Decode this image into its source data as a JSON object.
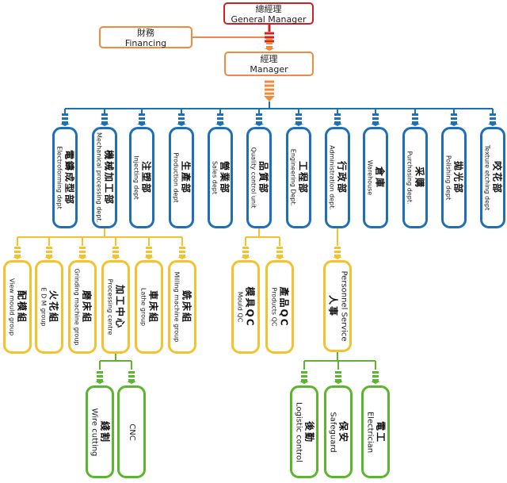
{
  "colors": {
    "red": "#cc2222",
    "orange": "#f08a3c",
    "blue": "#1e6fb8",
    "yellow": "#f2c230",
    "green": "#5cb52e"
  },
  "top": {
    "general_manager": {
      "zh": "總經理",
      "en": "General Manager"
    },
    "financing": {
      "zh": "財務",
      "en": "Financing"
    },
    "manager": {
      "zh": "經理",
      "en": "Manager"
    }
  },
  "departments": [
    {
      "zh": "電鑄成型部",
      "en": "Electroforming dept"
    },
    {
      "zh": "機械加工部",
      "en": "Mechanical processing dept."
    },
    {
      "zh": "注塑部",
      "en": "Injecting dept"
    },
    {
      "zh": "生產部",
      "en": "Production dept"
    },
    {
      "zh": "營業部",
      "en": "Sales dept"
    },
    {
      "zh": "品質部",
      "en": "Quality control unit"
    },
    {
      "zh": "工程部",
      "en": "Engineering Dept."
    },
    {
      "zh": "行政部",
      "en": "Administration dept."
    },
    {
      "zh": "倉庫",
      "en": "Warehouse"
    },
    {
      "zh": "采購",
      "en": "Purchasing dept."
    },
    {
      "zh": "拋光部",
      "en": "Polishing dept"
    },
    {
      "zh": "咬花部",
      "en": "Texture etching dept"
    }
  ],
  "mechanical_groups": [
    {
      "zh": "配模組",
      "en": "View mould group"
    },
    {
      "zh": "火花組",
      "en": "E D M group"
    },
    {
      "zh": "磨床組",
      "en": "Grinding machine group"
    },
    {
      "zh": "加工中心",
      "en": "Processing centre"
    },
    {
      "zh": "車床組",
      "en": "Lathe group"
    },
    {
      "zh": "銑床組",
      "en": "Milling machine group"
    }
  ],
  "qc_groups": [
    {
      "zh": "模具QC",
      "en": "Mould QC"
    },
    {
      "zh": "產品QC",
      "en": "Products QC"
    }
  ],
  "personnel": {
    "en": "Personnel Service",
    "zh": "人事"
  },
  "processing_units": [
    {
      "zh": "綫割",
      "en": "Wire cutting"
    },
    {
      "zh": "",
      "en": "CNC"
    }
  ],
  "personnel_units": [
    {
      "zh": "後勤",
      "en": "Logistic control"
    },
    {
      "zh": "保安",
      "en": "Safeguard"
    },
    {
      "zh": "電工",
      "en": "Electrician"
    }
  ]
}
